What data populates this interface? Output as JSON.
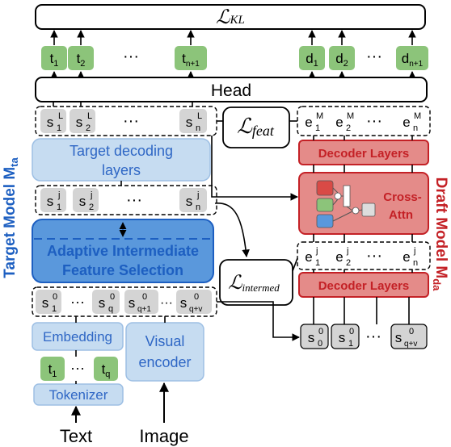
{
  "loss_kl": {
    "symbol": "ℒ",
    "sub": "KL"
  },
  "loss_feat": {
    "symbol": "ℒ",
    "sub": "feat"
  },
  "loss_intermed": {
    "symbol": "ℒ",
    "sub": "intermed"
  },
  "target_tokens": [
    {
      "base": "t",
      "sub": "1"
    },
    {
      "base": "t",
      "sub": "2"
    },
    {
      "base": "···",
      "sub": ""
    },
    {
      "base": "t",
      "sub": "n+1"
    }
  ],
  "draft_tokens": [
    {
      "base": "d",
      "sub": "1"
    },
    {
      "base": "d",
      "sub": "2"
    },
    {
      "base": "···",
      "sub": ""
    },
    {
      "base": "d",
      "sub": "n+1"
    }
  ],
  "head_label": "Head",
  "target_states_L": [
    {
      "base": "s",
      "sub": "1",
      "sup": "L"
    },
    {
      "base": "s",
      "sub": "2",
      "sup": "L"
    },
    {
      "base": "···",
      "sub": "",
      "sup": ""
    },
    {
      "base": "s",
      "sub": "n",
      "sup": "L"
    }
  ],
  "draft_states_M": [
    {
      "base": "e",
      "sub": "1",
      "sup": "M"
    },
    {
      "base": "e",
      "sub": "2",
      "sup": "M"
    },
    {
      "base": "···",
      "sub": "",
      "sup": ""
    },
    {
      "base": "e",
      "sub": "n",
      "sup": "M"
    }
  ],
  "target_decoding_label": [
    "Target decoding",
    "layers"
  ],
  "target_states_j": [
    {
      "base": "s",
      "sub": "1",
      "sup": "j"
    },
    {
      "base": "s",
      "sub": "2",
      "sup": "j"
    },
    {
      "base": "···",
      "sub": "",
      "sup": ""
    },
    {
      "base": "s",
      "sub": "n",
      "sup": "j"
    }
  ],
  "draft_states_j": [
    {
      "base": "e",
      "sub": "1",
      "sup": "j"
    },
    {
      "base": "e",
      "sub": "2",
      "sup": "j"
    },
    {
      "base": "···",
      "sub": "",
      "sup": ""
    },
    {
      "base": "e",
      "sub": "n",
      "sup": "j"
    }
  ],
  "adaptive_label": [
    "Adaptive Intermediate",
    "Feature Selection"
  ],
  "target_states_0": [
    {
      "base": "s",
      "sub": "1",
      "sup": "0"
    },
    {
      "base": "···",
      "sub": "",
      "sup": ""
    },
    {
      "base": "s",
      "sub": "q",
      "sup": "0"
    },
    {
      "base": "s",
      "sub": "q+1",
      "sup": "0"
    },
    {
      "base": "···",
      "sub": "",
      "sup": ""
    },
    {
      "base": "s",
      "sub": "q+v",
      "sup": "0"
    }
  ],
  "draft_states_0": [
    {
      "base": "s",
      "sub": "0",
      "sup": "0"
    },
    {
      "base": "s",
      "sub": "1",
      "sup": "0"
    },
    {
      "base": "···",
      "sub": "",
      "sup": ""
    },
    {
      "base": "s",
      "sub": "q+v",
      "sup": "0"
    }
  ],
  "decoder_layers_label": "Decoder Layers",
  "cross_attn_label": [
    "Cross-",
    "Attn"
  ],
  "embedding_label": "Embedding",
  "visual_encoder_label": [
    "Visual",
    "encoder"
  ],
  "input_tokens": [
    {
      "base": "t",
      "sub": "1"
    },
    {
      "base": "···",
      "sub": ""
    },
    {
      "base": "t",
      "sub": "q"
    }
  ],
  "tokenizer_label": "Tokenizer",
  "text_input_label": "Text",
  "image_input_label": "Image",
  "target_model_label": {
    "text": "Target Model M",
    "sub": "ta"
  },
  "draft_model_label": {
    "text": "Draft Model M",
    "sub": "da"
  },
  "colors": {
    "green": "#8cc47a",
    "gray": "#d4d4d4",
    "light_blue": "#c6dcf1",
    "blue": "#5a98dc",
    "blue_dark": "#1d5fc1",
    "red_fill": "#e48b89",
    "red_dark": "#c42126"
  }
}
